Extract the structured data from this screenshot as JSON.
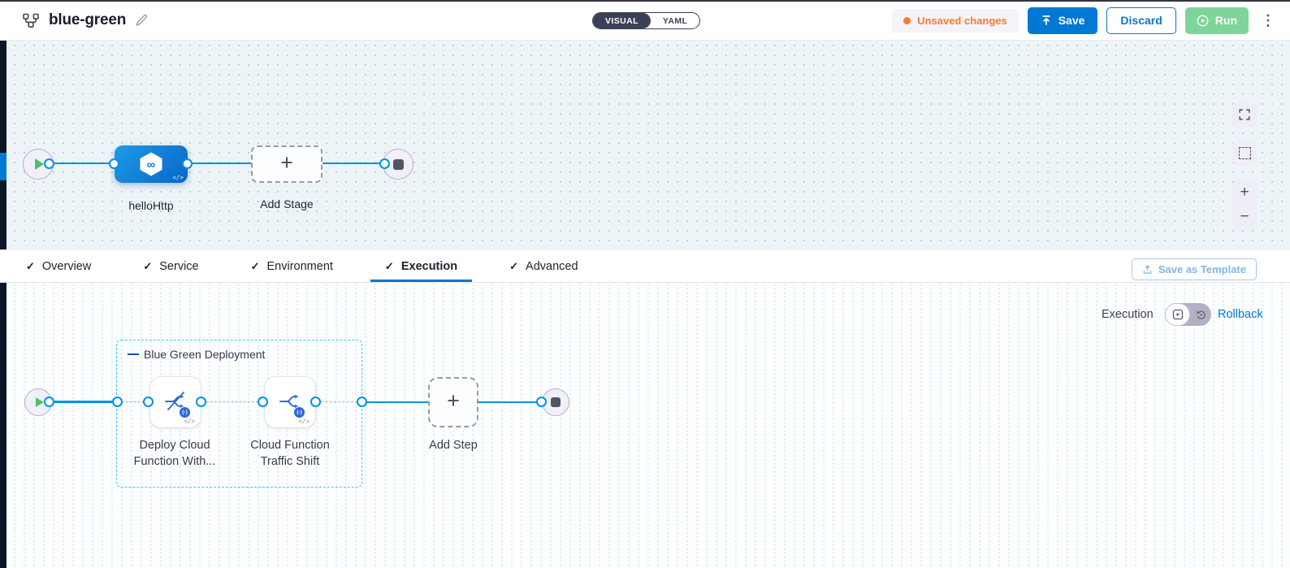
{
  "header": {
    "title": "blue-green",
    "view_toggle": {
      "visual_label": "VISUAL",
      "yaml_label": "YAML",
      "selected": "VISUAL"
    },
    "unsaved_changes_label": "Unsaved changes",
    "save_label": "Save",
    "discard_label": "Discard",
    "run_label": "Run"
  },
  "colors": {
    "accent_blue": "#0278d5",
    "connector_blue": "#0092e4",
    "unsaved_orange": "#ff7b26",
    "run_green": "#7fd49a",
    "stage_blue_gradient": [
      "#1e9ae6",
      "#0767c8"
    ],
    "group_border_cyan": "#40c6f4",
    "canvas_top_bg": "#edf4f8",
    "dark_rail": "#0a1626",
    "start_node_green": "#4dc267"
  },
  "icons": {
    "code": "</>",
    "plus": "+",
    "minus": "−",
    "kebab": "⋮",
    "infinity": "∞",
    "check": "✓",
    "function_badge": "(-)"
  },
  "stage_canvas": {
    "stage_label": "helloHttp",
    "add_stage_label": "Add Stage"
  },
  "tabs": [
    {
      "label": "Overview",
      "active": false
    },
    {
      "label": "Service",
      "active": false
    },
    {
      "label": "Environment",
      "active": false
    },
    {
      "label": "Execution",
      "active": true
    },
    {
      "label": "Advanced",
      "active": false
    }
  ],
  "save_as_template_label": "Save as Template",
  "execution_panel": {
    "mode_label": "Execution",
    "rollback_label": "Rollback",
    "group_label": "Blue Green Deployment",
    "steps": [
      {
        "line1": "Deploy Cloud",
        "line2": "Function With..."
      },
      {
        "line1": "Cloud Function",
        "line2": "Traffic Shift"
      }
    ],
    "add_step_label": "Add Step"
  }
}
